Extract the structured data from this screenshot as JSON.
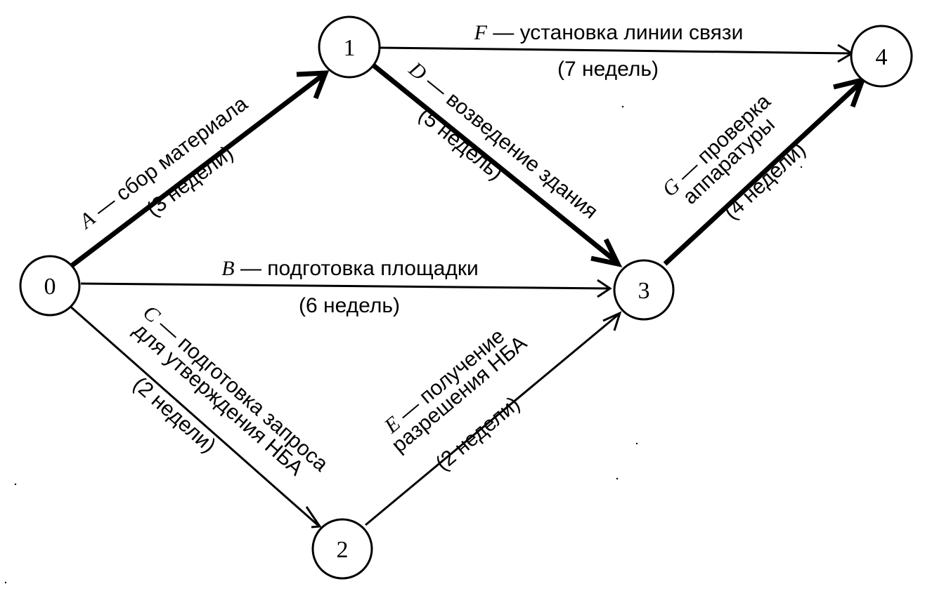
{
  "nodes": [
    {
      "id": "0",
      "label": "0"
    },
    {
      "id": "1",
      "label": "1"
    },
    {
      "id": "2",
      "label": "2"
    },
    {
      "id": "3",
      "label": "3"
    },
    {
      "id": "4",
      "label": "4"
    }
  ],
  "edges": [
    {
      "id": "A",
      "from": "0",
      "to": "1",
      "letter": "A",
      "task": " — сбор материала",
      "task2": "",
      "duration": "(3 недели)",
      "critical": true
    },
    {
      "id": "B",
      "from": "0",
      "to": "3",
      "letter": "B",
      "task": " — подготовка площадки",
      "task2": "",
      "duration": "(6 недель)",
      "critical": false
    },
    {
      "id": "C",
      "from": "0",
      "to": "2",
      "letter": "C",
      "task": " — подготовка запроса",
      "task2": "для  утверждения НБА",
      "duration": "(2 недели)",
      "critical": false
    },
    {
      "id": "D",
      "from": "1",
      "to": "3",
      "letter": "D",
      "task": " — возведение здания",
      "task2": "",
      "duration": "(5 недель)",
      "critical": true
    },
    {
      "id": "E",
      "from": "2",
      "to": "3",
      "letter": "E",
      "task": " — получение",
      "task2": "разрешения НБА",
      "duration": "(2 недели)",
      "critical": false
    },
    {
      "id": "F",
      "from": "1",
      "to": "4",
      "letter": "F",
      "task": " — установка линии связи",
      "task2": "",
      "duration": "(7 недель)",
      "critical": false
    },
    {
      "id": "G",
      "from": "3",
      "to": "4",
      "letter": "G",
      "task": " — проверка",
      "task2": "аппаратуры",
      "duration": "(4 недели)",
      "critical": true
    }
  ]
}
